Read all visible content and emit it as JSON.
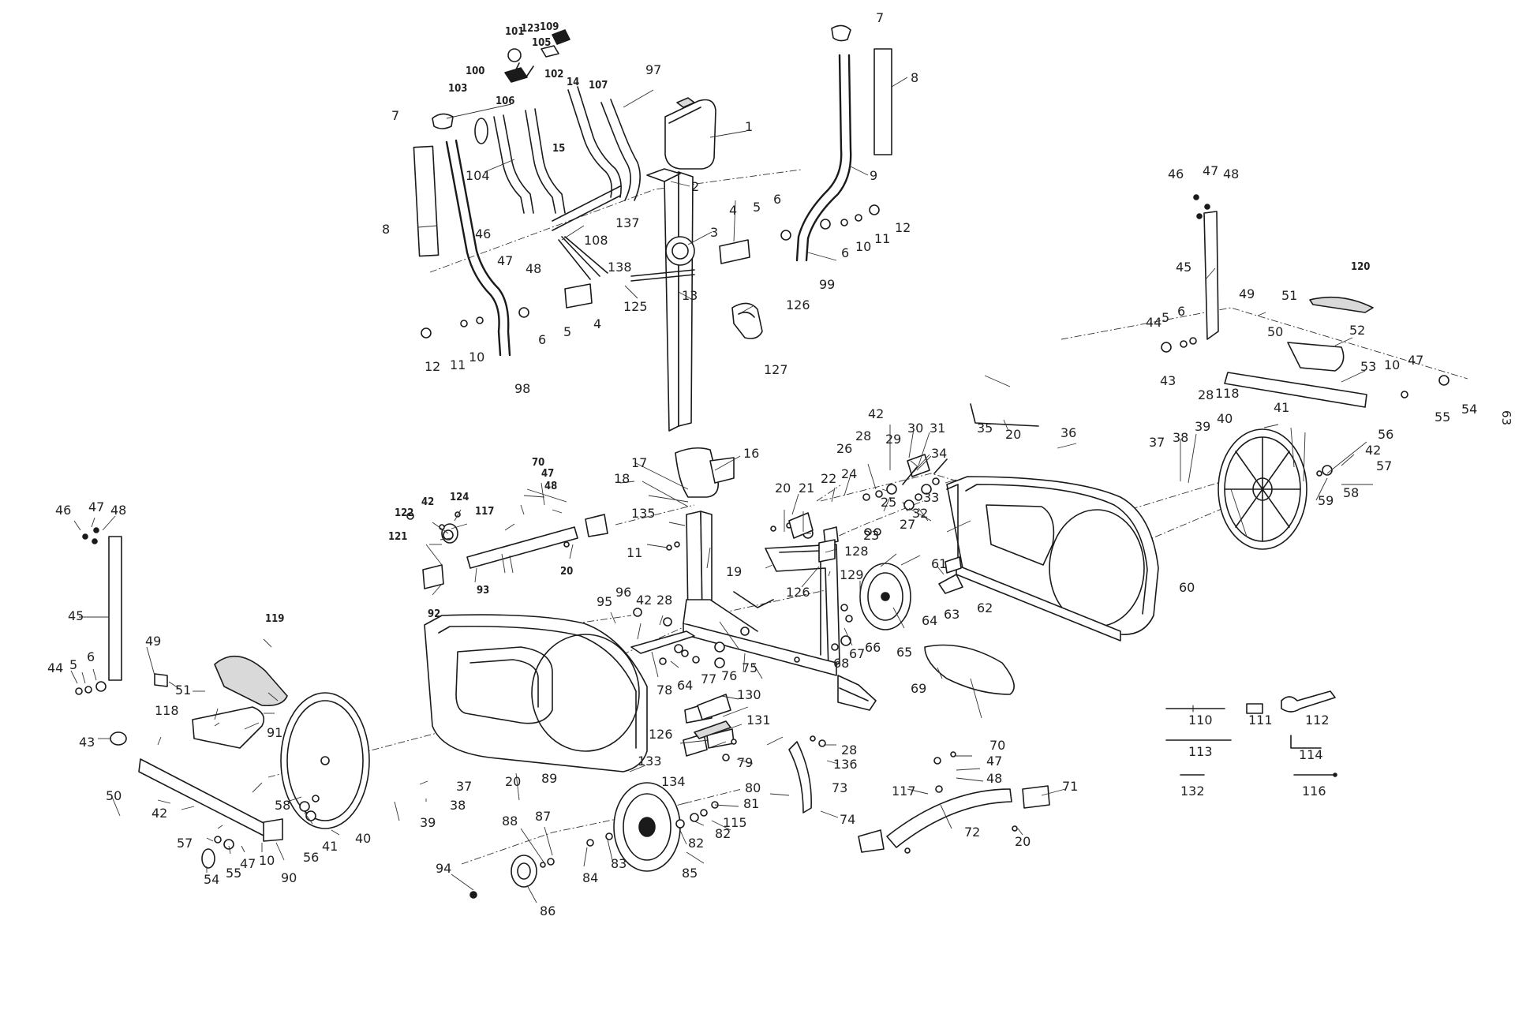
{
  "page_number": "63",
  "callouts": [
    {
      "id": "c1",
      "text": "1"
    },
    {
      "id": "c2",
      "text": "2"
    },
    {
      "id": "c3",
      "text": "3"
    },
    {
      "id": "c4a",
      "text": "4"
    },
    {
      "id": "c4b",
      "text": "4"
    },
    {
      "id": "c5a",
      "text": "5"
    },
    {
      "id": "c5b",
      "text": "5"
    },
    {
      "id": "c5c",
      "text": "5"
    },
    {
      "id": "c5d",
      "text": "5"
    },
    {
      "id": "c6a",
      "text": "6"
    },
    {
      "id": "c6b",
      "text": "6"
    },
    {
      "id": "c6c",
      "text": "6"
    },
    {
      "id": "c6d",
      "text": "6"
    },
    {
      "id": "c6e",
      "text": "6"
    },
    {
      "id": "c7a",
      "text": "7"
    },
    {
      "id": "c7b",
      "text": "7"
    },
    {
      "id": "c8a",
      "text": "8"
    },
    {
      "id": "c8b",
      "text": "8"
    },
    {
      "id": "c9",
      "text": "9"
    },
    {
      "id": "c10a",
      "text": "10"
    },
    {
      "id": "c10b",
      "text": "10"
    },
    {
      "id": "c10c",
      "text": "10"
    },
    {
      "id": "c10d",
      "text": "10"
    },
    {
      "id": "c11a",
      "text": "11"
    },
    {
      "id": "c11b",
      "text": "11"
    },
    {
      "id": "c11c",
      "text": "11"
    },
    {
      "id": "c12a",
      "text": "12"
    },
    {
      "id": "c12b",
      "text": "12"
    },
    {
      "id": "c13",
      "text": "13"
    },
    {
      "id": "c14",
      "text": "14",
      "bold": true
    },
    {
      "id": "c15",
      "text": "15",
      "bold": true
    },
    {
      "id": "c16",
      "text": "16"
    },
    {
      "id": "c17",
      "text": "17"
    },
    {
      "id": "c18",
      "text": "18"
    },
    {
      "id": "c19",
      "text": "19"
    },
    {
      "id": "c20a",
      "text": "20"
    },
    {
      "id": "c20b",
      "text": "20"
    },
    {
      "id": "c20c",
      "text": "20",
      "bold": true
    },
    {
      "id": "c20d",
      "text": "20"
    },
    {
      "id": "c20e",
      "text": "20"
    },
    {
      "id": "c21",
      "text": "21"
    },
    {
      "id": "c22",
      "text": "22"
    },
    {
      "id": "c23",
      "text": "23"
    },
    {
      "id": "c24",
      "text": "24"
    },
    {
      "id": "c25",
      "text": "25"
    },
    {
      "id": "c26",
      "text": "26"
    },
    {
      "id": "c27",
      "text": "27"
    },
    {
      "id": "c28a",
      "text": "28"
    },
    {
      "id": "c28b",
      "text": "28"
    },
    {
      "id": "c28c",
      "text": "28"
    },
    {
      "id": "c28d",
      "text": "28"
    },
    {
      "id": "c29",
      "text": "29"
    },
    {
      "id": "c30",
      "text": "30"
    },
    {
      "id": "c31",
      "text": "31"
    },
    {
      "id": "c32",
      "text": "32"
    },
    {
      "id": "c33",
      "text": "33"
    },
    {
      "id": "c34",
      "text": "34"
    },
    {
      "id": "c35",
      "text": "35"
    },
    {
      "id": "c36",
      "text": "36"
    },
    {
      "id": "c37a",
      "text": "37"
    },
    {
      "id": "c37b",
      "text": "37"
    },
    {
      "id": "c38a",
      "text": "38"
    },
    {
      "id": "c38b",
      "text": "38"
    },
    {
      "id": "c39a",
      "text": "39"
    },
    {
      "id": "c39b",
      "text": "39"
    },
    {
      "id": "c40a",
      "text": "40"
    },
    {
      "id": "c40b",
      "text": "40"
    },
    {
      "id": "c41a",
      "text": "41"
    },
    {
      "id": "c41b",
      "text": "41"
    },
    {
      "id": "c42a",
      "text": "42"
    },
    {
      "id": "c42b",
      "text": "42"
    },
    {
      "id": "c42c",
      "text": "42",
      "bold": true
    },
    {
      "id": "c42d",
      "text": "42"
    },
    {
      "id": "c42e",
      "text": "42"
    },
    {
      "id": "c43a",
      "text": "43"
    },
    {
      "id": "c43b",
      "text": "43"
    },
    {
      "id": "c44a",
      "text": "44"
    },
    {
      "id": "c44b",
      "text": "44"
    },
    {
      "id": "c45a",
      "text": "45"
    },
    {
      "id": "c45b",
      "text": "45"
    },
    {
      "id": "c46a",
      "text": "46"
    },
    {
      "id": "c46b",
      "text": "46"
    },
    {
      "id": "c46c",
      "text": "46"
    },
    {
      "id": "c47a",
      "text": "47"
    },
    {
      "id": "c47b",
      "text": "47"
    },
    {
      "id": "c47c",
      "text": "47"
    },
    {
      "id": "c47d",
      "text": "47"
    },
    {
      "id": "c47e",
      "text": "47",
      "bold": true
    },
    {
      "id": "c47f",
      "text": "47"
    },
    {
      "id": "c47g",
      "text": "47"
    },
    {
      "id": "c48a",
      "text": "48"
    },
    {
      "id": "c48b",
      "text": "48"
    },
    {
      "id": "c48c",
      "text": "48"
    },
    {
      "id": "c48d",
      "text": "48",
      "bold": true
    },
    {
      "id": "c48e",
      "text": "48"
    },
    {
      "id": "c49a",
      "text": "49"
    },
    {
      "id": "c49b",
      "text": "49"
    },
    {
      "id": "c50a",
      "text": "50"
    },
    {
      "id": "c50b",
      "text": "50"
    },
    {
      "id": "c51a",
      "text": "51"
    },
    {
      "id": "c51b",
      "text": "51"
    },
    {
      "id": "c52",
      "text": "52"
    },
    {
      "id": "c53",
      "text": "53"
    },
    {
      "id": "c54a",
      "text": "54"
    },
    {
      "id": "c54b",
      "text": "54"
    },
    {
      "id": "c55a",
      "text": "55"
    },
    {
      "id": "c55b",
      "text": "55"
    },
    {
      "id": "c56a",
      "text": "56"
    },
    {
      "id": "c56b",
      "text": "56"
    },
    {
      "id": "c57a",
      "text": "57"
    },
    {
      "id": "c57b",
      "text": "57"
    },
    {
      "id": "c58a",
      "text": "58"
    },
    {
      "id": "c58b",
      "text": "58"
    },
    {
      "id": "c59",
      "text": "59"
    },
    {
      "id": "c60",
      "text": "60"
    },
    {
      "id": "c61",
      "text": "61"
    },
    {
      "id": "c62",
      "text": "62"
    },
    {
      "id": "c63",
      "text": "63"
    },
    {
      "id": "c64a",
      "text": "64"
    },
    {
      "id": "c64b",
      "text": "64"
    },
    {
      "id": "c65",
      "text": "65"
    },
    {
      "id": "c66",
      "text": "66"
    },
    {
      "id": "c67",
      "text": "67"
    },
    {
      "id": "c68",
      "text": "68"
    },
    {
      "id": "c69",
      "text": "69"
    },
    {
      "id": "c70a",
      "text": "70",
      "bold": true
    },
    {
      "id": "c70b",
      "text": "70"
    },
    {
      "id": "c71",
      "text": "71"
    },
    {
      "id": "c72",
      "text": "72"
    },
    {
      "id": "c73",
      "text": "73"
    },
    {
      "id": "c74",
      "text": "74"
    },
    {
      "id": "c75",
      "text": "75"
    },
    {
      "id": "c76",
      "text": "76"
    },
    {
      "id": "c77",
      "text": "77"
    },
    {
      "id": "c78",
      "text": "78"
    },
    {
      "id": "c79",
      "text": "79"
    },
    {
      "id": "c80",
      "text": "80"
    },
    {
      "id": "c81",
      "text": "81"
    },
    {
      "id": "c82a",
      "text": "82"
    },
    {
      "id": "c82b",
      "text": "82"
    },
    {
      "id": "c83",
      "text": "83"
    },
    {
      "id": "c84",
      "text": "84"
    },
    {
      "id": "c85",
      "text": "85"
    },
    {
      "id": "c86",
      "text": "86"
    },
    {
      "id": "c87",
      "text": "87"
    },
    {
      "id": "c88",
      "text": "88"
    },
    {
      "id": "c89",
      "text": "89"
    },
    {
      "id": "c90",
      "text": "90"
    },
    {
      "id": "c91",
      "text": "91"
    },
    {
      "id": "c92",
      "text": "92",
      "bold": true
    },
    {
      "id": "c93",
      "text": "93",
      "bold": true
    },
    {
      "id": "c94",
      "text": "94"
    },
    {
      "id": "c95",
      "text": "95"
    },
    {
      "id": "c96",
      "text": "96"
    },
    {
      "id": "c97",
      "text": "97"
    },
    {
      "id": "c98",
      "text": "98"
    },
    {
      "id": "c99",
      "text": "99"
    },
    {
      "id": "c100",
      "text": "100",
      "bold": true
    },
    {
      "id": "c101",
      "text": "101",
      "bold": true
    },
    {
      "id": "c102",
      "text": "102",
      "bold": true
    },
    {
      "id": "c103",
      "text": "103",
      "bold": true
    },
    {
      "id": "c104",
      "text": "104"
    },
    {
      "id": "c105",
      "text": "105",
      "bold": true
    },
    {
      "id": "c106",
      "text": "106",
      "bold": true
    },
    {
      "id": "c107",
      "text": "107",
      "bold": true
    },
    {
      "id": "c108",
      "text": "108"
    },
    {
      "id": "c109",
      "text": "109",
      "bold": true
    },
    {
      "id": "c110",
      "text": "110"
    },
    {
      "id": "c111",
      "text": "111"
    },
    {
      "id": "c112",
      "text": "112"
    },
    {
      "id": "c113",
      "text": "113"
    },
    {
      "id": "c114",
      "text": "114"
    },
    {
      "id": "c115",
      "text": "115"
    },
    {
      "id": "c116",
      "text": "116"
    },
    {
      "id": "c117a",
      "text": "117",
      "bold": true
    },
    {
      "id": "c117b",
      "text": "117"
    },
    {
      "id": "c118a",
      "text": "118"
    },
    {
      "id": "c118b",
      "text": "118"
    },
    {
      "id": "c119",
      "text": "119",
      "bold": true
    },
    {
      "id": "c120",
      "text": "120",
      "bold": true
    },
    {
      "id": "c121",
      "text": "121",
      "bold": true
    },
    {
      "id": "c122",
      "text": "122",
      "bold": true
    },
    {
      "id": "c123",
      "text": "123",
      "bold": true
    },
    {
      "id": "c124",
      "text": "124",
      "bold": true
    },
    {
      "id": "c125",
      "text": "125"
    },
    {
      "id": "c126a",
      "text": "126"
    },
    {
      "id": "c126b",
      "text": "126"
    },
    {
      "id": "c126c",
      "text": "126"
    },
    {
      "id": "c127",
      "text": "127"
    },
    {
      "id": "c128",
      "text": "128"
    },
    {
      "id": "c129",
      "text": "129"
    },
    {
      "id": "c130",
      "text": "130"
    },
    {
      "id": "c131",
      "text": "131"
    },
    {
      "id": "c132",
      "text": "132"
    },
    {
      "id": "c133",
      "text": "133"
    },
    {
      "id": "c134",
      "text": "134"
    },
    {
      "id": "c135",
      "text": "135"
    },
    {
      "id": "c136",
      "text": "136"
    },
    {
      "id": "c137",
      "text": "137"
    },
    {
      "id": "c138",
      "text": "138"
    }
  ]
}
